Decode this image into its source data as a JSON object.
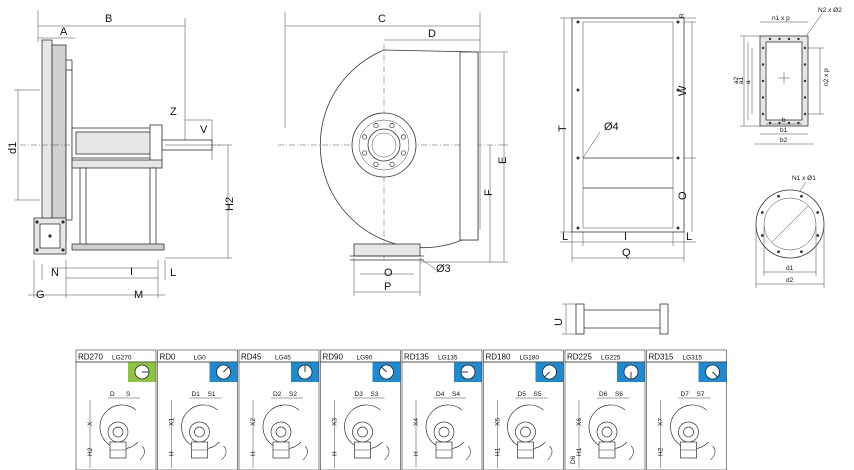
{
  "side_view": {
    "labels": {
      "A": "A",
      "B": "B",
      "Z": "Z",
      "V": "V",
      "d1": "d1",
      "H2": "H2",
      "N": "N",
      "I": "I",
      "L": "L",
      "G": "G",
      "M": "M"
    }
  },
  "front_view": {
    "labels": {
      "C": "C",
      "D": "D",
      "E": "E",
      "F": "F",
      "O": "O",
      "P": "P",
      "d3": "Ø3"
    }
  },
  "outlet_view": {
    "labels": {
      "R": "R",
      "T": "T",
      "W": "W",
      "O": "O",
      "d4": "Ø4",
      "L_left": "L",
      "I": "I",
      "L_right": "L",
      "Q": "Q",
      "U": "U"
    }
  },
  "flange_view": {
    "labels": {
      "n1p": "n1 x p",
      "N2d2": "N2 x Ø2",
      "a2": "a2",
      "a1": "a1",
      "a": "a",
      "n2p": "n2 x p",
      "b": "b",
      "b1": "b1",
      "b2": "b2"
    }
  },
  "circular_view": {
    "labels": {
      "N1d1": "N1 x Ø1",
      "d1": "d1",
      "d2": "d2"
    }
  },
  "orientations": [
    {
      "code": "RD270",
      "lg": "LG270",
      "accent": "#8cc63f",
      "w": "D",
      "h": "S",
      "hv": "X",
      "hh": "H2"
    },
    {
      "code": "RD0",
      "lg": "LG0",
      "accent": "#1e8bd0",
      "w": "D1",
      "h": "S1",
      "hv": "X1",
      "hh": "H"
    },
    {
      "code": "RD45",
      "lg": "LG45",
      "accent": "#1e8bd0",
      "w": "D2",
      "h": "S2",
      "hv": "X2",
      "hh": "H"
    },
    {
      "code": "RD90",
      "lg": "LG90",
      "accent": "#1e8bd0",
      "w": "D3",
      "h": "S3",
      "hv": "X3",
      "hh": "H"
    },
    {
      "code": "RD135",
      "lg": "LG135",
      "accent": "#1e8bd0",
      "w": "D4",
      "h": "S4",
      "hv": "X4",
      "hh": "H"
    },
    {
      "code": "RD180",
      "lg": "LG180",
      "accent": "#1e8bd0",
      "w": "D5",
      "h": "S5",
      "hv": "X5",
      "hh": "H1"
    },
    {
      "code": "RD225",
      "lg": "LG225",
      "accent": "#1e8bd0",
      "w": "D6",
      "h": "S6",
      "hv": "X6",
      "hh": "H1",
      "extra": "D6"
    },
    {
      "code": "RD315",
      "lg": "LG315",
      "accent": "#1e8bd0",
      "w": "D7",
      "h": "S7",
      "hv": "X7",
      "hh": "H2"
    }
  ]
}
